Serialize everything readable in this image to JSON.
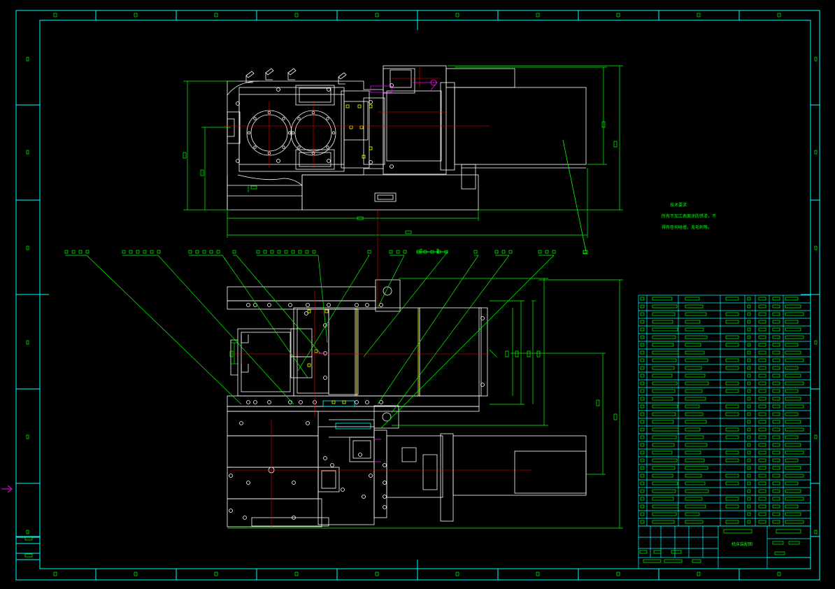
{
  "drawing": {
    "colors": {
      "background": "#000000",
      "frame": "#00ffff",
      "geometry": "#ffffff",
      "dimension": "#00ff00",
      "centerline": "#ff0000",
      "highlight": "#ff00ff",
      "accent": "#ffff00"
    },
    "technical_requirements": {
      "heading": "技术要求",
      "lines": [
        "所有不加工表面涂防锈漆，不",
        "得有任何碰撞，无毛刺等。"
      ]
    },
    "title_block": {
      "drawing_name": "机床装配图"
    },
    "icons": [
      "entry-arrow-icon"
    ]
  }
}
